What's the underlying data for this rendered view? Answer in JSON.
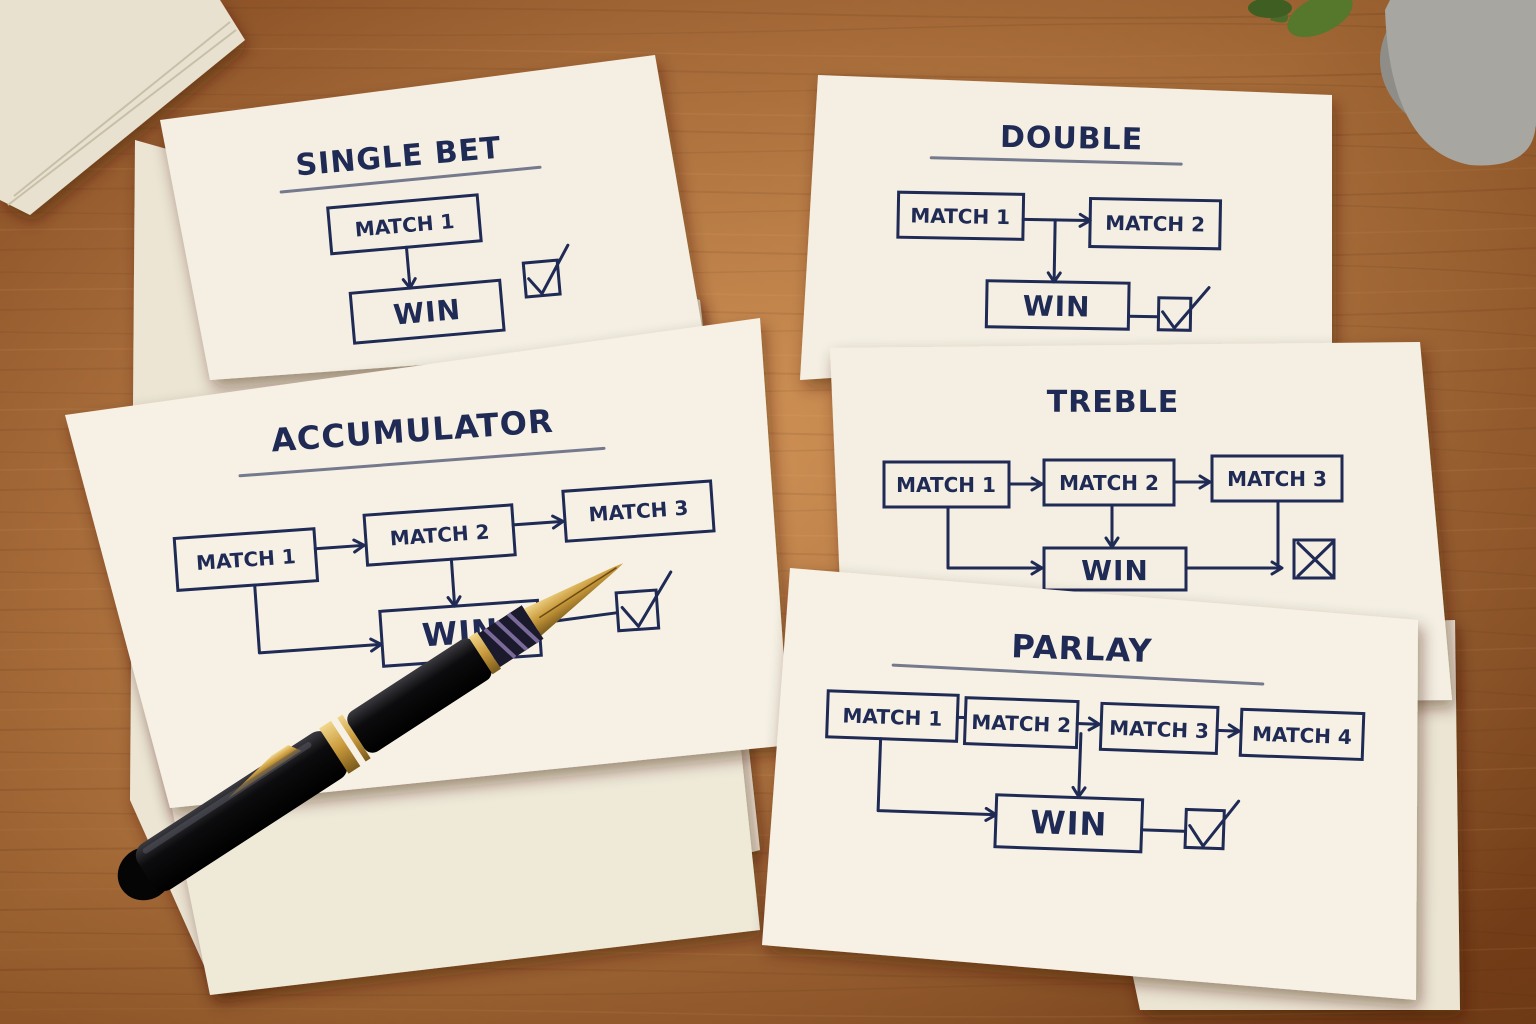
{
  "scene": {
    "colors": {
      "wood": "#b36a30",
      "wood_dark": "#7a4018",
      "paper": "#f4efe2",
      "ink": "#1f2a55",
      "pen_body": "#101012",
      "pen_gold": "#c99a3c"
    }
  },
  "cards": {
    "single": {
      "title": "SINGLE BET",
      "match1": "MATCH 1",
      "win": "WIN",
      "result": "check"
    },
    "double": {
      "title": "DOUBLE",
      "match1": "MATCH 1",
      "match2": "MATCH 2",
      "win": "WIN",
      "result": "check"
    },
    "accumulator": {
      "title": "ACCUMULATOR",
      "match1": "MATCH 1",
      "match2": "MATCH 2",
      "match3": "MATCH 3",
      "win": "WIN",
      "result": "check"
    },
    "treble": {
      "title": "TREBLE",
      "match1": "MATCH 1",
      "match2": "MATCH 2",
      "match3": "MATCH 3",
      "win": "WIN",
      "result": "cross"
    },
    "parlay": {
      "title": "PARLAY",
      "match1": "MATCH 1",
      "match2": "MATCH 2",
      "match3": "MATCH 3",
      "match4": "MATCH 4",
      "win": "WIN",
      "result": "check"
    }
  }
}
